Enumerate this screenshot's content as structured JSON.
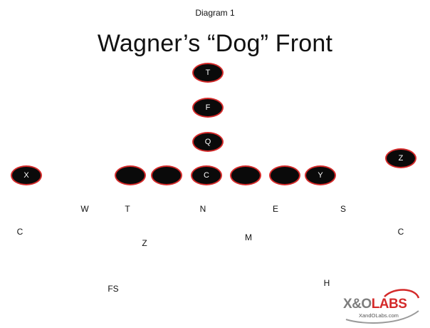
{
  "caption": "Diagram 1",
  "title": "Wagner’s “Dog” Front",
  "offense": {
    "T": "T",
    "F": "F",
    "Q": "Q",
    "X": "X",
    "LT": "",
    "LG": "",
    "C": "C",
    "RG": "",
    "RT": "",
    "Y": "Y",
    "Z": "Z"
  },
  "defense": {
    "W": "W",
    "T": "T",
    "N": "N",
    "E": "E",
    "S": "S",
    "C_left": "C",
    "C_right": "C",
    "Z": "Z",
    "M": "M",
    "FS": "FS",
    "H": "H"
  },
  "logo": {
    "x": "X",
    "amp": "&",
    "o": "O",
    "labs": "LABS",
    "url": "XandOLabs.com"
  },
  "colors": {
    "player_fill": "#0a0a0a",
    "player_border": "#d42a2a",
    "logo_red": "#d42a2a",
    "logo_gray": "#7d7d7d"
  }
}
